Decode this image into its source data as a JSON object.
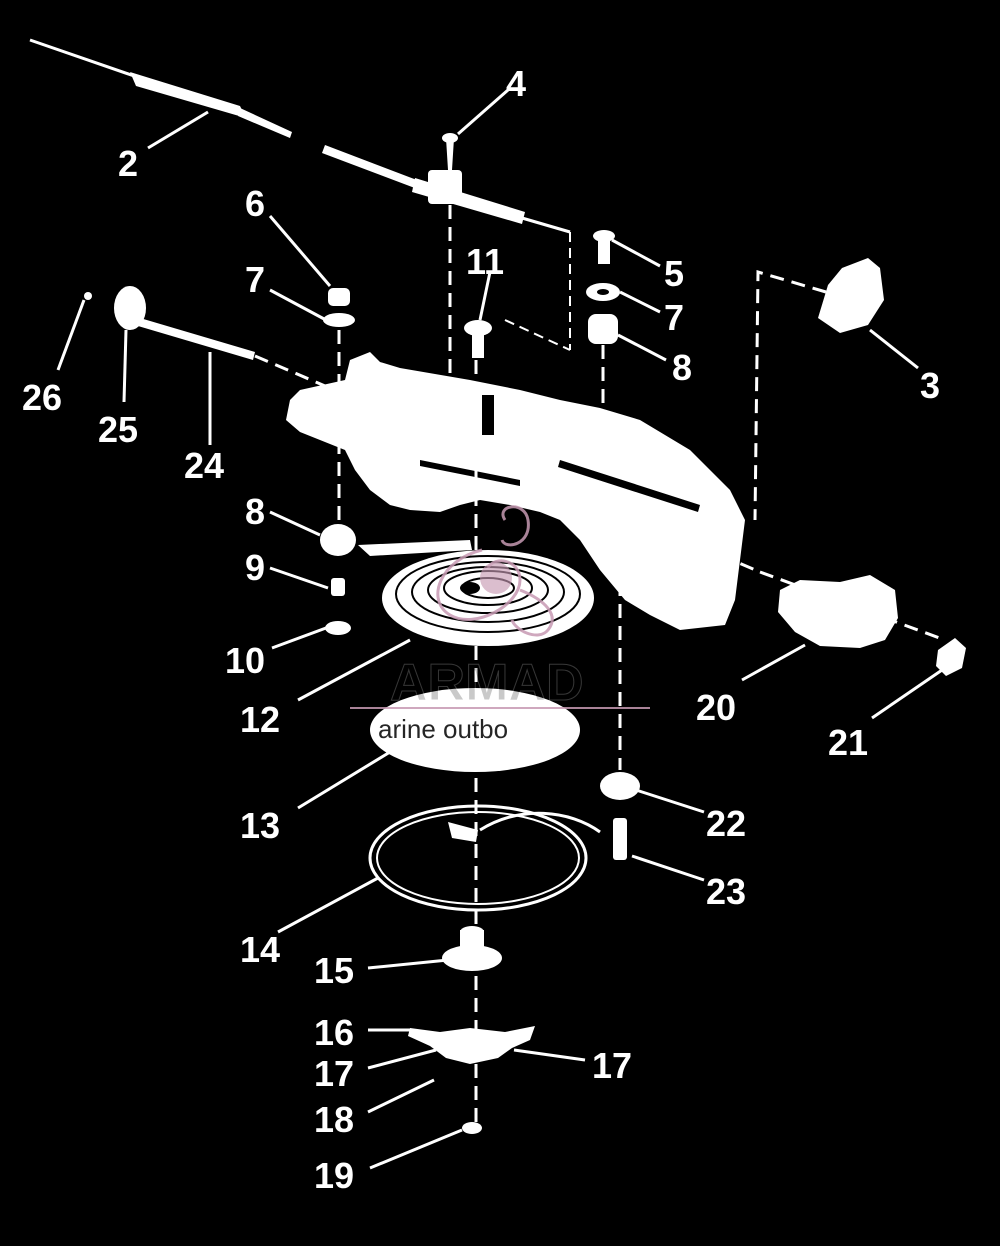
{
  "callouts": [
    {
      "id": "c2",
      "text": "2"
    },
    {
      "id": "c3",
      "text": "3"
    },
    {
      "id": "c4",
      "text": "4"
    },
    {
      "id": "c5",
      "text": "5"
    },
    {
      "id": "c6",
      "text": "6"
    },
    {
      "id": "c7a",
      "text": "7"
    },
    {
      "id": "c7b",
      "text": "7"
    },
    {
      "id": "c8a",
      "text": "8"
    },
    {
      "id": "c8b",
      "text": "8"
    },
    {
      "id": "c9",
      "text": "9"
    },
    {
      "id": "c10",
      "text": "10"
    },
    {
      "id": "c11",
      "text": "11"
    },
    {
      "id": "c12",
      "text": "12"
    },
    {
      "id": "c13",
      "text": "13"
    },
    {
      "id": "c14",
      "text": "14"
    },
    {
      "id": "c15",
      "text": "15"
    },
    {
      "id": "c16",
      "text": "16"
    },
    {
      "id": "c17a",
      "text": "17"
    },
    {
      "id": "c17b",
      "text": "17"
    },
    {
      "id": "c18",
      "text": "18"
    },
    {
      "id": "c19",
      "text": "19"
    },
    {
      "id": "c20",
      "text": "20"
    },
    {
      "id": "c21",
      "text": "21"
    },
    {
      "id": "c22",
      "text": "22"
    },
    {
      "id": "c23",
      "text": "23"
    },
    {
      "id": "c24",
      "text": "24"
    },
    {
      "id": "c25",
      "text": "25"
    },
    {
      "id": "c26",
      "text": "26"
    }
  ],
  "watermark": {
    "brand": "ARMAD",
    "tagline": "arine outbo",
    "color": "#c79ab3"
  },
  "colors": {
    "background": "#000000",
    "line_art": "#ffffff"
  }
}
